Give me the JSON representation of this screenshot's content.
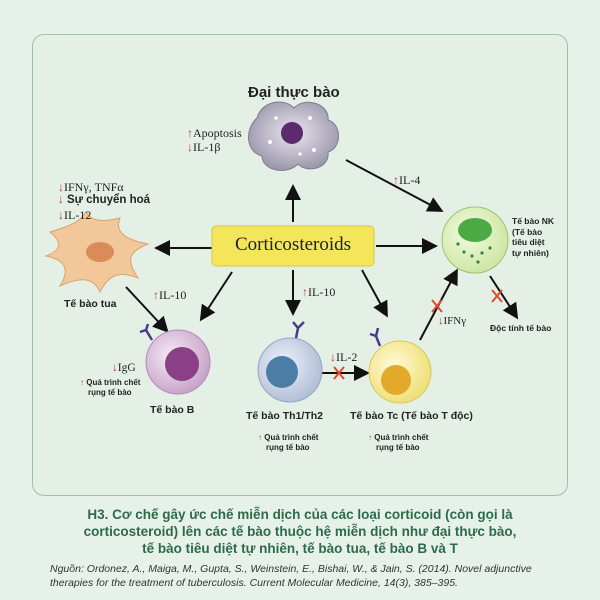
{
  "center": {
    "label": "Corticosteroids"
  },
  "macrophage": {
    "title": "Đại thực bào",
    "effects": [
      "Apoptosis",
      "IL-1β"
    ]
  },
  "dendritic": {
    "title": "Tế bào tua",
    "effects": [
      "IFNγ, TNFα",
      "Sự chuyển hoá",
      "IL-12"
    ]
  },
  "nk": {
    "title_lines": [
      "Tế bào NK",
      "(Tế bào",
      "tiêu diệt",
      "tự nhiên)"
    ],
    "toxicity": "Độc tính tế bào",
    "ifn": "IFNγ"
  },
  "arrows": {
    "il4": "IL-4",
    "il10_left": "IL-10",
    "il10_mid": "IL-10",
    "il2": "IL-2"
  },
  "bcell": {
    "title": "Tế bào B",
    "igg": "IgG",
    "death_lines": [
      "Quá trình chết",
      "rụng tế bào"
    ]
  },
  "th": {
    "title": "Tế bào Th1/Th2",
    "death_lines": [
      "Quá trình chết",
      "rụng tế bào"
    ]
  },
  "tc": {
    "title": "Tế bào Tc (Tế bào T độc)",
    "death_lines": [
      "Quá trình chết",
      "rụng tế bào"
    ]
  },
  "caption": {
    "line1": "H3. Cơ chế gây ức chế miễn dịch của các loại corticoid (còn gọi là",
    "line2": "corticosteroid) lên các tế bào thuộc hệ miễn dịch như đại thực bào,",
    "line3": "tế bào tiêu diệt tự nhiên, tế bào tua, tế bào B và T"
  },
  "source": {
    "line1": "Nguồn: Ordonez, A., Maiga, M., Gupta, S., Weinstein, E., Bishai, W., & Jain, S. (2014). Novel adjunctive",
    "line2": "therapies for the treatment of tuberculosis. Current Molecular Medicine, 14(3), 385–395."
  },
  "colors": {
    "center_box": "#f4e65a",
    "background": "#e6f1ea",
    "caption": "#2d6a4a",
    "up_arrow": "#c0392b",
    "inhibit_x": "#e04a2a"
  }
}
